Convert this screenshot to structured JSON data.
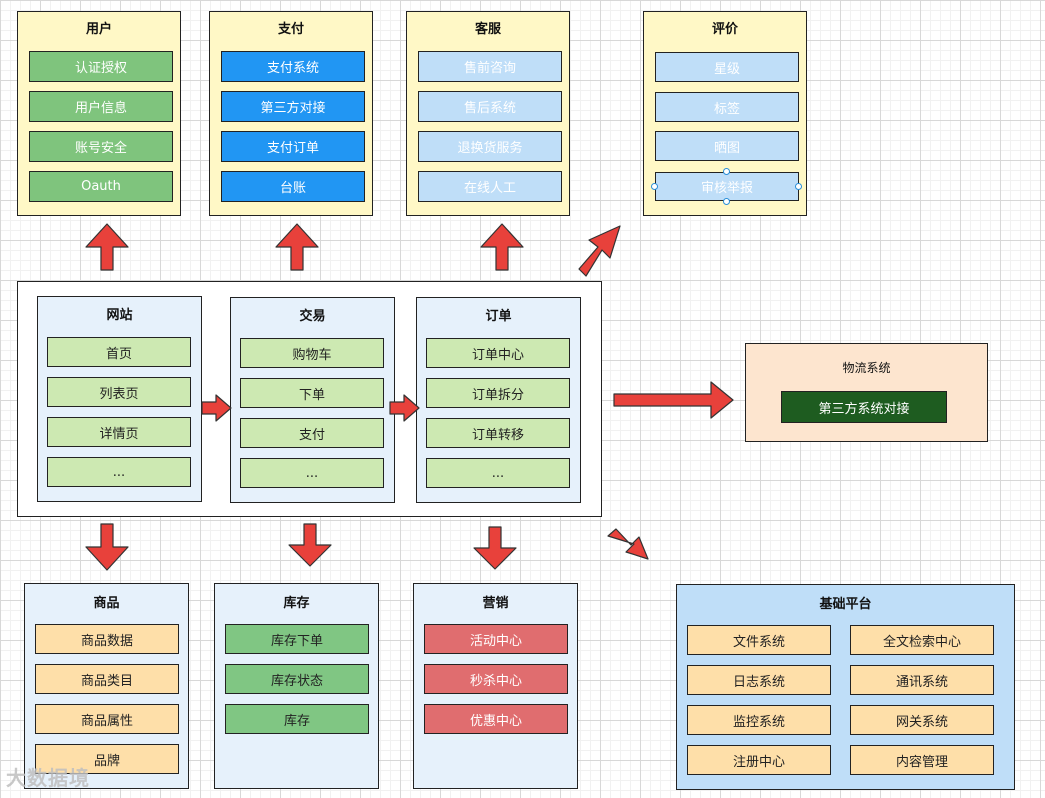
{
  "top_groups": [
    {
      "title": "用户",
      "items": [
        "认证授权",
        "用户信息",
        "账号安全",
        "Oauth"
      ]
    },
    {
      "title": "支付",
      "items": [
        "支付系统",
        "第三方对接",
        "支付订单",
        "台账"
      ]
    },
    {
      "title": "客服",
      "items": [
        "售前咨询",
        "售后系统",
        "退换货服务",
        "在线人工"
      ]
    },
    {
      "title": "评价",
      "items": [
        "星级",
        "标签",
        "晒图",
        "审核举报"
      ]
    }
  ],
  "middle_groups": [
    {
      "title": "网站",
      "items": [
        "首页",
        "列表页",
        "详情页",
        "..."
      ]
    },
    {
      "title": "交易",
      "items": [
        "购物车",
        "下单",
        "支付",
        "..."
      ]
    },
    {
      "title": "订单",
      "items": [
        "订单中心",
        "订单拆分",
        "订单转移",
        "..."
      ]
    }
  ],
  "logistics": {
    "title": "物流系统",
    "item": "第三方系统对接"
  },
  "bottom_groups": [
    {
      "title": "商品",
      "items": [
        "商品数据",
        "商品类目",
        "商品属性",
        "品牌"
      ]
    },
    {
      "title": "库存",
      "items": [
        "库存下单",
        "库存状态",
        "库存"
      ]
    },
    {
      "title": "营销",
      "items": [
        "活动中心",
        "秒杀中心",
        "优惠中心"
      ]
    }
  ],
  "platform": {
    "title": "基础平台",
    "items": [
      "文件系统",
      "全文检索中心",
      "日志系统",
      "通讯系统",
      "监控系统",
      "网关系统",
      "注册中心",
      "内容管理"
    ]
  },
  "watermark": "大数据境",
  "colors": {
    "arrow": "#e8413b",
    "yellow_panel": "#fff8c6",
    "blue_panel": "#e6f1fb",
    "platform_panel": "#bfdef8",
    "logistics_panel": "#fde5cf",
    "dark_green": "#1e5c20"
  }
}
